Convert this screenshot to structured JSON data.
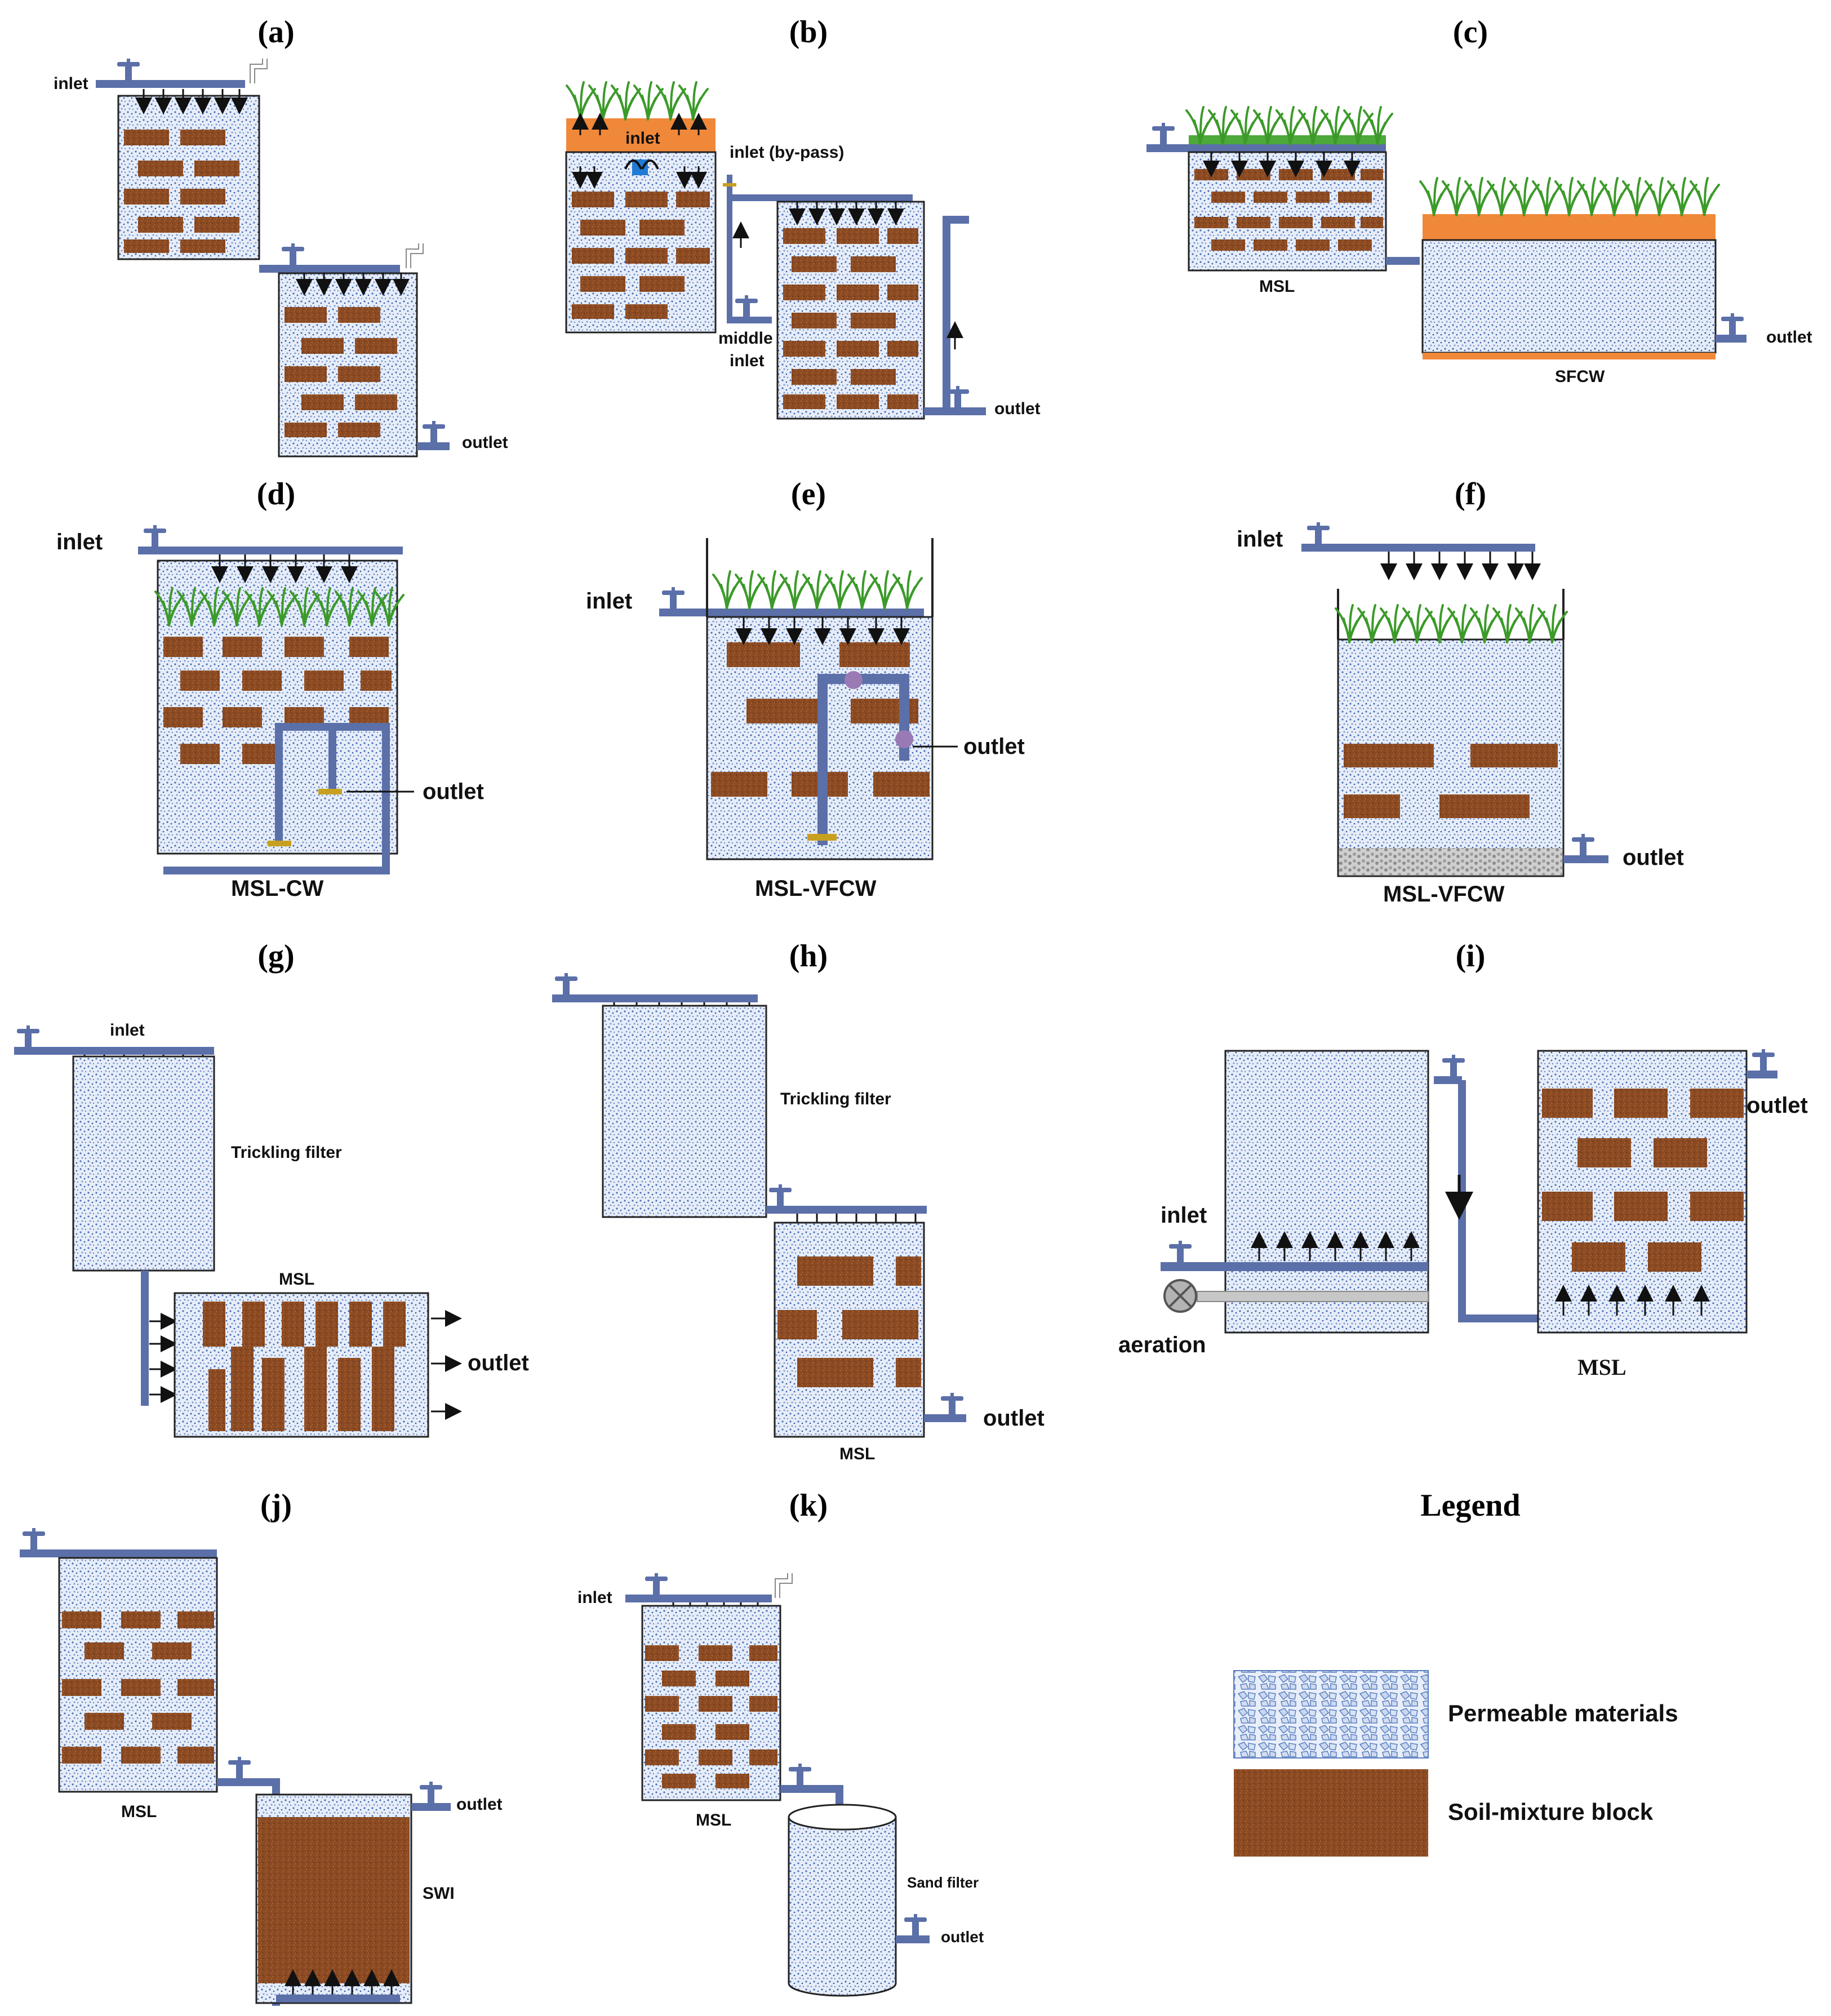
{
  "panels": {
    "a": {
      "caption": "(a)",
      "inlet": "inlet",
      "outlet": "outlet"
    },
    "b": {
      "caption": "(b)",
      "inlet": "inlet",
      "bypass": "inlet (by-pass)",
      "middle1": "middle",
      "middle2": "inlet",
      "outlet": "outlet"
    },
    "c": {
      "caption": "(c)",
      "msl": "MSL",
      "sfcw": "SFCW",
      "outlet": "outlet"
    },
    "d": {
      "caption": "(d)",
      "inlet": "inlet",
      "outlet": "outlet",
      "name": "MSL-CW"
    },
    "e": {
      "caption": "(e)",
      "inlet": "inlet",
      "outlet": "outlet",
      "name": "MSL-VFCW"
    },
    "f": {
      "caption": "(f)",
      "inlet": "inlet",
      "outlet": "outlet",
      "name": "MSL-VFCW"
    },
    "g": {
      "caption": "(g)",
      "inlet": "inlet",
      "tf": "Trickling filter",
      "msl": "MSL",
      "outlet": "outlet"
    },
    "h": {
      "caption": "(h)",
      "tf": "Trickling filter",
      "msl": "MSL",
      "outlet": "outlet"
    },
    "i": {
      "caption": "(i)",
      "inlet": "inlet",
      "aeration": "aeration",
      "outlet": "outlet",
      "msl": "MSL"
    },
    "j": {
      "caption": "(j)",
      "msl": "MSL",
      "outlet": "outlet",
      "swi": "SWI"
    },
    "k": {
      "caption": "(k)",
      "inlet": "inlet",
      "msl": "MSL",
      "sand": "Sand filter",
      "outlet": "outlet"
    }
  },
  "legend": {
    "title": "Legend",
    "permeable": "Permeable materials",
    "soil": "Soil-mixture block"
  },
  "colors": {
    "pipe": "#5b6fa8",
    "soil": "#8b4a22",
    "permeable": "#dbe5f5",
    "grass": "#3c9a2a",
    "orange": "#f0883a",
    "gravel": "#bdbdbd"
  },
  "icons": [
    "valve-icon",
    "arrow-down-icon",
    "arrow-up-icon",
    "arrow-right-icon",
    "elbow-vent-icon",
    "aeration-icon"
  ]
}
